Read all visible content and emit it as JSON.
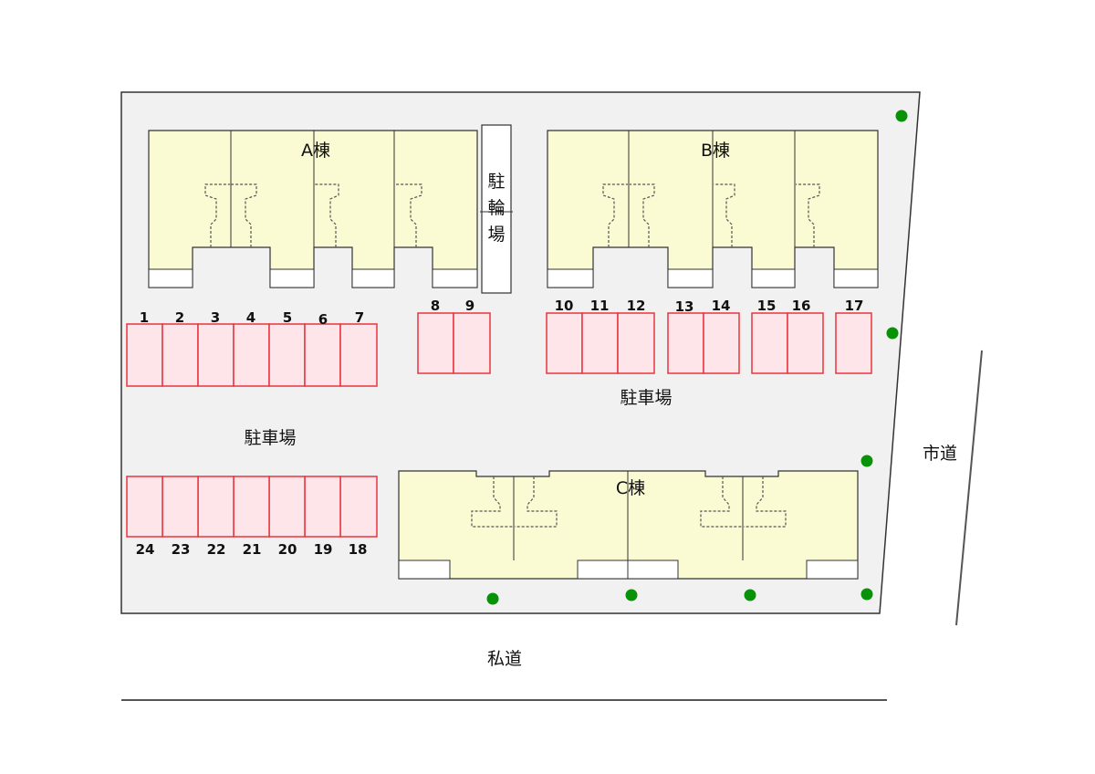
{
  "colors": {
    "site": "#f1f1f1",
    "building": "#fbfbd3",
    "parking_fill": "#fde5ea",
    "parking_stroke": "#e8353e",
    "tree": "#079207"
  },
  "buildings": {
    "a": "A棟",
    "b": "B棟",
    "c": "C棟"
  },
  "bike_parking": [
    "駐",
    "輪",
    "場"
  ],
  "parking_area_labels": {
    "left": "駐車場",
    "right": "駐車場"
  },
  "roads": {
    "private": "私道",
    "city": "市道"
  },
  "spaces": {
    "s1": "1",
    "s2": "2",
    "s3": "3",
    "s4": "4",
    "s5": "5",
    "s6": "6",
    "s7": "7",
    "s8": "8",
    "s9": "9",
    "s10": "10",
    "s11": "11",
    "s12": "12",
    "s13": "13",
    "s14": "14",
    "s15": "15",
    "s16": "16",
    "s17": "17",
    "s18": "18",
    "s19": "19",
    "s20": "20",
    "s21": "21",
    "s22": "22",
    "s23": "23",
    "s24": "24"
  }
}
